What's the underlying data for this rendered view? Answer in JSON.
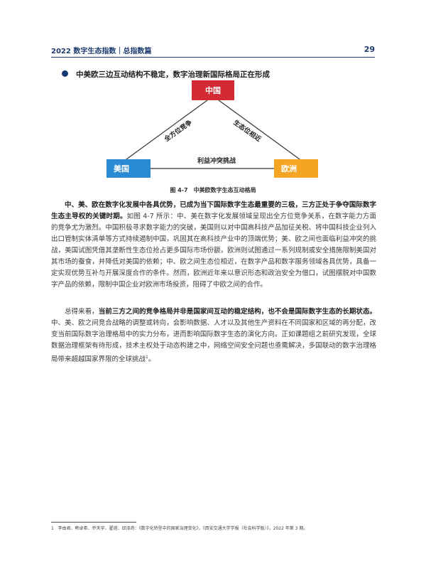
{
  "header": {
    "title": "2022 数字生态指数｜总指数篇",
    "page_number": "29"
  },
  "section": {
    "bullet_heading": "中美欧三边互动结构不稳定，数字治理新国际格局正在形成"
  },
  "diagram": {
    "nodes": {
      "china": "中国",
      "us": "美国",
      "eu": "欧洲"
    },
    "edges": {
      "china_us": "全方位竞争",
      "china_eu": "生态位相近",
      "us_eu": "利益冲突挑战"
    },
    "colors": {
      "china": "#d42a34",
      "us": "#2a8ad3",
      "eu": "#f4a524",
      "line": "#333333"
    },
    "caption": "图 4-7　中美欧数字生态互动格局"
  },
  "paragraphs": {
    "p1_bold": "中、美、欧在数字化发展中各具优势，已成为当下国际数字生态最重要的三极，三方正处于争夺国际数字生态主导权的关键时期。",
    "p1_rest": "如图 4-7 所示：中、美在数字化发展领域呈现出全方位竞争关系，在数字能力方面的竞争尤为激烈。中国积极寻求数字能力的突破，美国则以对中国高科技产品加征关税、将中国科技企业列入出口管制实体清单等方式持续遏制中国，巩固其在高科技产业中的顶端优势；美、欧之间也面临利益冲突的挑战，美国试图凭借其垄断性生态位抢占更多国际市场份额，欧洲则试图通过一系列规制或安全措施限制美国对其市场的蚕食，并降低对美国的依赖；中、欧之间生态位相近，在数字产品和数字服务领域各具优势，具备一定实现优势互补与开展深度合作的条件。然而，欧洲近年来以意识形态和政治安全为借口，试图摆脱对中国数字产品的依赖，限制中国企业对欧洲市场投资，阻碍了中欧之间的合作。",
    "p2_lead": "总得来看，",
    "p2_bold": "当前三方之间的竞争格局并非是国家间互动的稳定结构，也不会是国际数字生态的长期状态。",
    "p2_rest": "中、美、欧之间竞合战略的调整或转向，会影响数据、人才以及其他生产资料在不同国家和区域的再分配，改变当前国际数字治理格局中的实力分布，进而影响国际数字生态的演化方向。正如课题组之前研究发现，全球数据治理框架有待形成，技术主权处于动态构建之中，网络空间安全问题也亟需解决，多国联动的数字治理格局带来超越国家界限的全球挑战",
    "p2_sup": "1",
    "p2_end": "。"
  },
  "footnote": {
    "marker": "1",
    "text": "李由君、韩卓希、乔天宇、翟崑、邱泽奇：《数字化转型中的国家治理变化》，《西安交通大学学报（社会科学版）》，2022 年第 3 期。"
  }
}
